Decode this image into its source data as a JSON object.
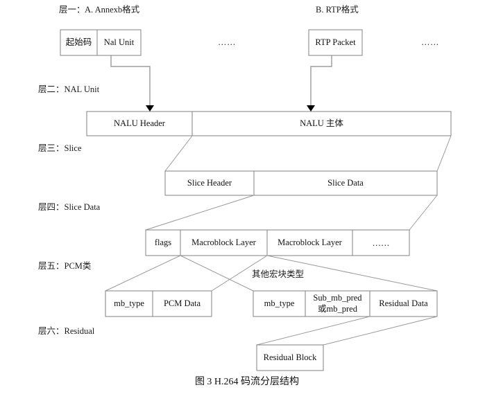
{
  "figure": {
    "caption": "图 3 H.264 码流分层结构",
    "layers": [
      {
        "id": "layer1",
        "label": "层一："
      },
      {
        "id": "layer2",
        "label": "层二：NAL Unit"
      },
      {
        "id": "layer3",
        "label": "层三：Slice"
      },
      {
        "id": "layer4",
        "label": "层四：Slice Data"
      },
      {
        "id": "layer5",
        "label": "层五：PCM类"
      },
      {
        "id": "layer6",
        "label": "层六：Residual"
      }
    ],
    "group_titles": {
      "annexb": "A. Annexb格式",
      "rtp": "B. RTP格式",
      "other_macroblock": "其他宏块类型"
    },
    "ellipsis": "……",
    "rows": {
      "layer1_annexb": [
        {
          "label": "起始码"
        },
        {
          "label": "Nal Unit"
        }
      ],
      "layer1_rtp": [
        {
          "label": "RTP Packet"
        }
      ],
      "layer2": [
        {
          "label": "NALU Header"
        },
        {
          "label": "NALU 主体"
        }
      ],
      "layer3": [
        {
          "label": "Slice Header"
        },
        {
          "label": "Slice Data"
        }
      ],
      "layer4": [
        {
          "label": "flags"
        },
        {
          "label": "Macroblock Layer"
        },
        {
          "label": "Macroblock Layer"
        },
        {
          "label": "……"
        }
      ],
      "layer5_pcm": [
        {
          "label": "mb_type"
        },
        {
          "label": "PCM Data"
        }
      ],
      "layer5_other": [
        {
          "label": "mb_type"
        },
        {
          "label": "Sub_mb_pred",
          "label2": "或mb_pred"
        },
        {
          "label": "Residual Data"
        }
      ],
      "layer6": [
        {
          "label": "Residual Block"
        }
      ]
    },
    "colors": {
      "box_border": "#808080",
      "connector": "#9a9a9a",
      "text": "#111111",
      "background": "#ffffff"
    }
  }
}
